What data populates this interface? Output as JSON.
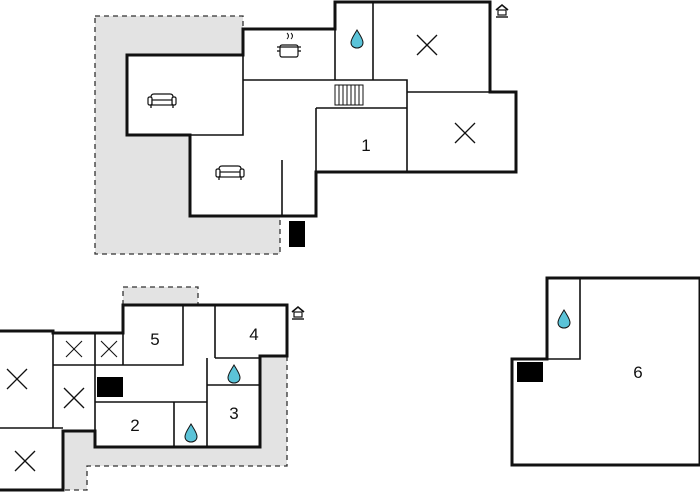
{
  "diagram": {
    "room_labels": {
      "r1": "1",
      "r2": "2",
      "r3": "3",
      "r4": "4",
      "r5": "5",
      "r6": "6"
    },
    "icons": {
      "bathroom": "water-drop-icon",
      "bedroom": "cross-icon",
      "living": "sofa-icon",
      "kitchen": "cooking-pot-icon",
      "stairs": "stairs-icon",
      "entrance": "house-entrance-icon"
    },
    "colors": {
      "wall": "#111111",
      "terrace": "#e3e3e3",
      "water": "#5bc3d8"
    }
  }
}
